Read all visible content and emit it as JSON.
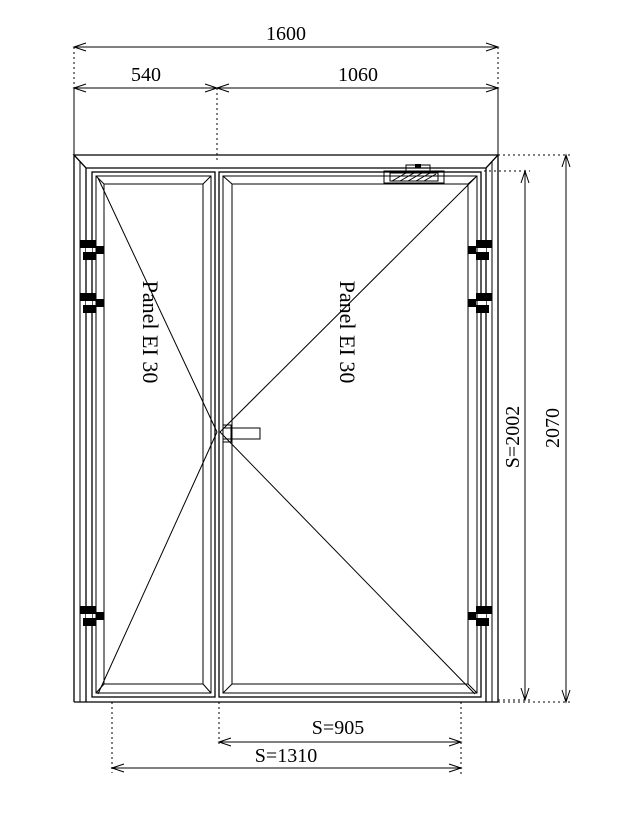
{
  "dimensions": {
    "overall_width": "1600",
    "left_leaf_width": "540",
    "right_leaf_width": "1060",
    "overall_height": "2070",
    "clear_height": "S=2002",
    "clear_right_leaf": "S=905",
    "clear_total": "S=1310"
  },
  "panels": {
    "left": "Panel EI 30",
    "right": "Panel EI 30"
  },
  "hinges": {
    "left_side": 3,
    "right_side": 3
  }
}
